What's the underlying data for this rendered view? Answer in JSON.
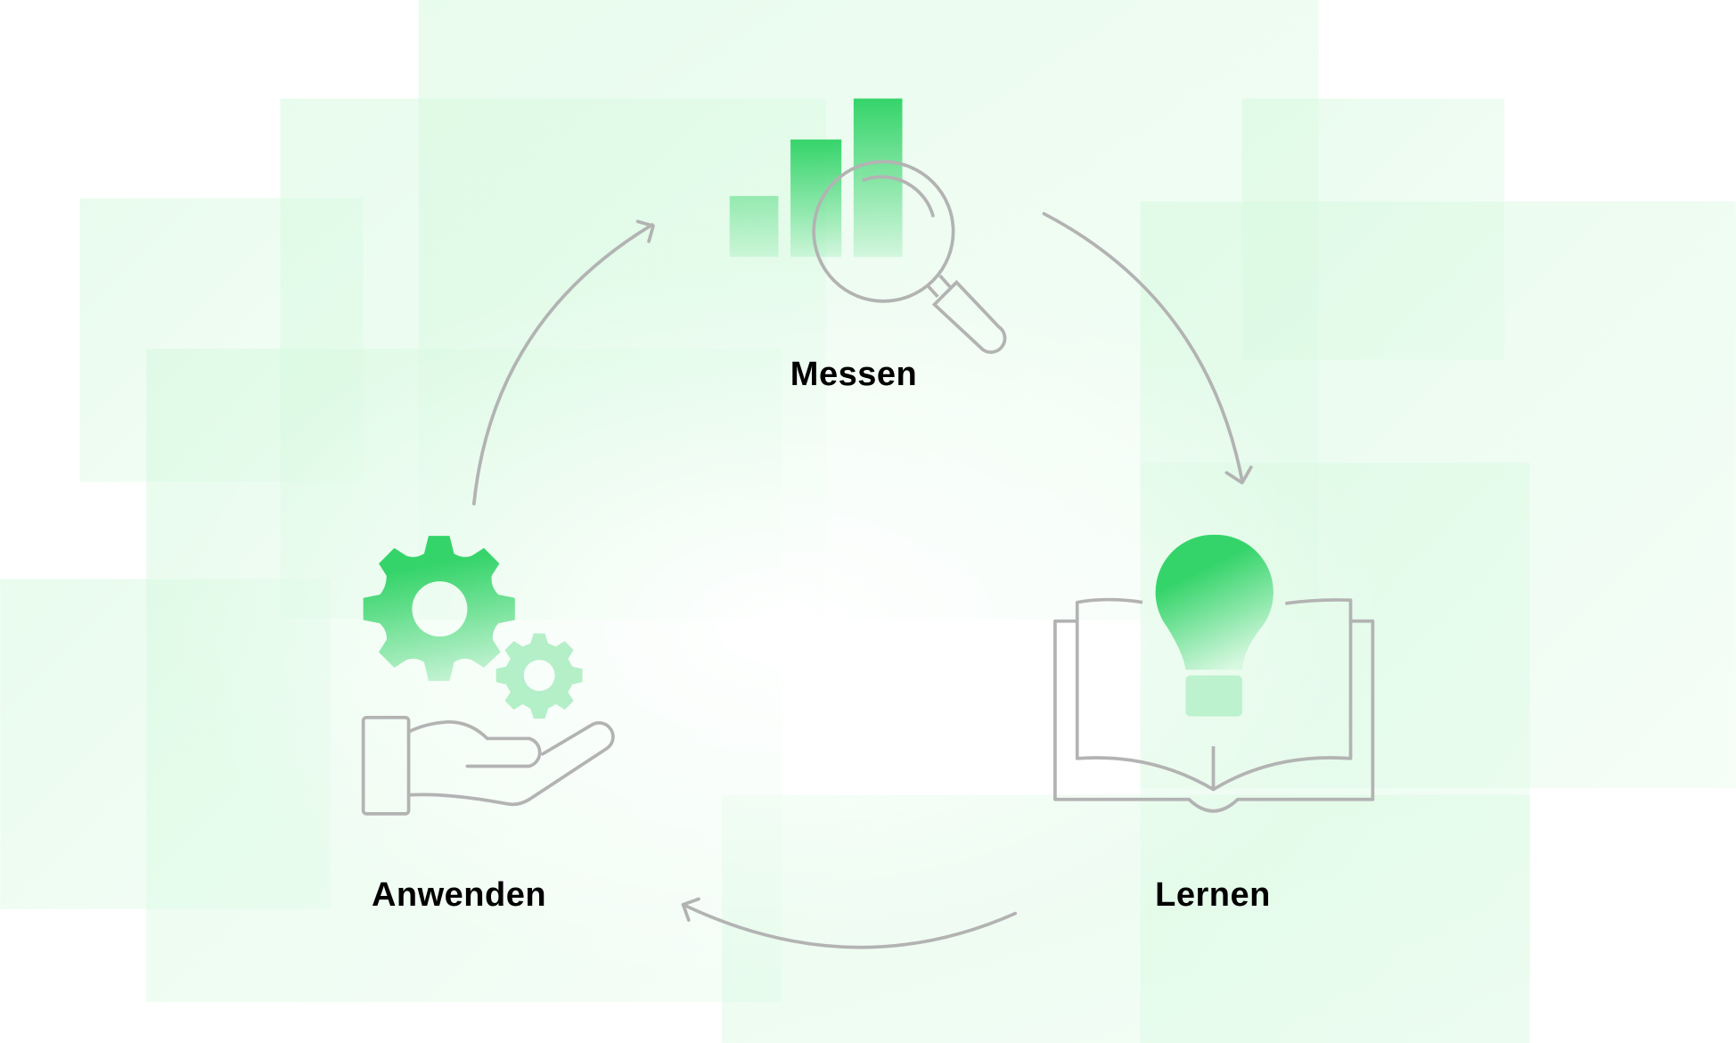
{
  "steps": [
    {
      "label": "Messen",
      "icon": "bar-chart-magnifier-icon"
    },
    {
      "label": "Lernen",
      "icon": "book-lightbulb-icon"
    },
    {
      "label": "Anwenden",
      "icon": "hand-gears-icon"
    }
  ],
  "colors": {
    "accent": "#35d46a",
    "stroke": "#b3b3b3",
    "panel": "#dcfbe4"
  }
}
